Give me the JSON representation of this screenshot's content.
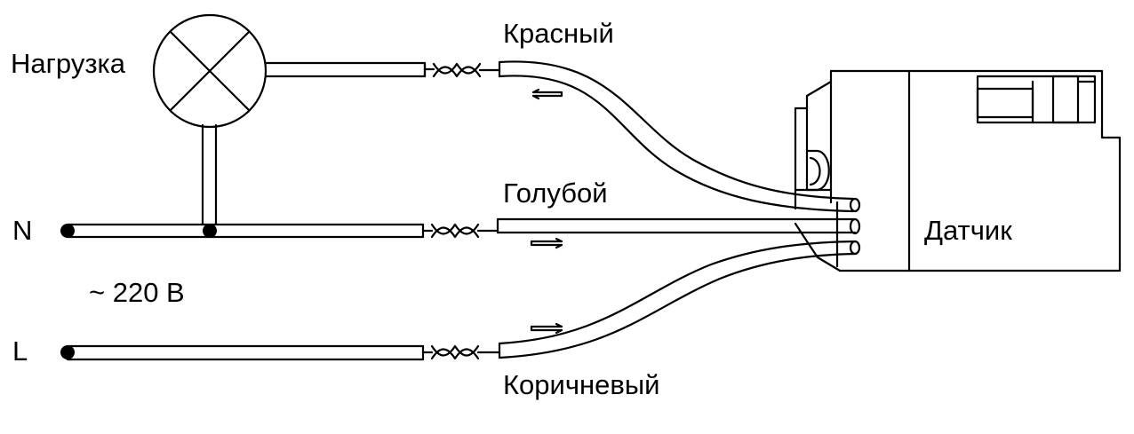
{
  "labels": {
    "load": "Нагрузка",
    "red": "Красный",
    "blue": "Голубой",
    "brown": "Коричневый",
    "sensor": "Датчик",
    "neutral": "N",
    "line": "L",
    "voltage": "~ 220 В"
  },
  "colors": {
    "ink": "#000000",
    "background": "#ffffff"
  }
}
